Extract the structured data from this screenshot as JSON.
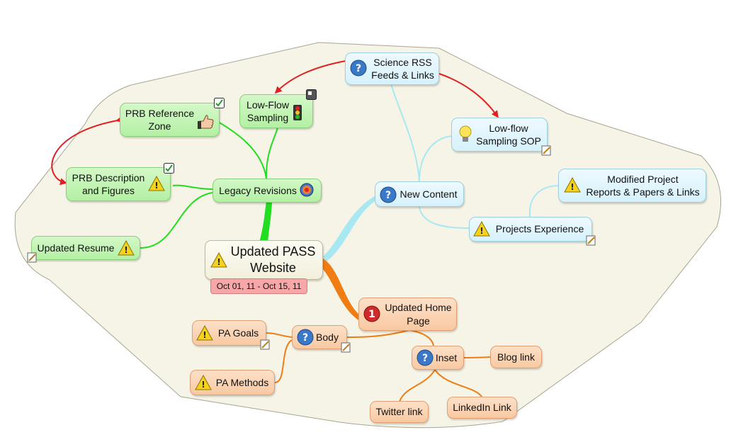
{
  "central": {
    "title": "Updated PASS\nWebsite",
    "date": "Oct 01, 11 - Oct 15, 11"
  },
  "nodes": {
    "legacy_revisions": "Legacy Revisions",
    "low_flow_sampling": "Low-Flow\nSampling",
    "prb_reference_zone": "PRB Reference\nZone",
    "prb_description": "PRB Description\nand Figures",
    "updated_resume": "Updated Resume",
    "science_rss": "Science RSS\nFeeds & Links",
    "low_flow_sop": "Low-flow\nSampling SOP",
    "new_content": "New Content",
    "modified_project": "Modified Project\nReports & Papers & Links",
    "projects_experience": "Projects Experience",
    "updated_home_page": "Updated Home\nPage",
    "body": "Body",
    "pa_goals": "PA Goals",
    "pa_methods": "PA Methods",
    "inset": "Inset",
    "blog_link": "Blog link",
    "twitter_link": "Twitter link",
    "linkedin_link": "LinkedIn Link"
  },
  "icons": {
    "priority_number": "1",
    "question": "?",
    "warning": "!"
  },
  "colors": {
    "green_branch": "#22dd22",
    "blue_branch": "#a8e8f2",
    "orange_branch": "#ef7d14",
    "relation_arrow": "#e02020",
    "boundary_fill": "#f6f4e6",
    "boundary_stroke": "#a8a690"
  }
}
